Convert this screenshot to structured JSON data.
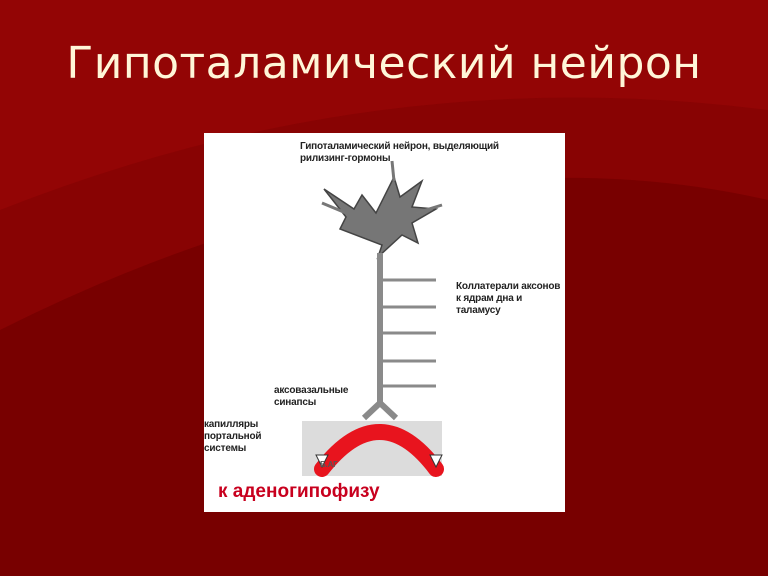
{
  "slide": {
    "title": "Гипоталамический нейрон"
  },
  "diagram": {
    "label_top_line1": "Гипоталамический нейрон, выделяющий",
    "label_top_line2": "рилизинг-гормоны",
    "label_collaterals_line1": "Коллатерали аксонов",
    "label_collaterals_line2": "к ядрам дна и",
    "label_collaterals_line3": "таламусу",
    "label_synapses_line1": "аксовазальные",
    "label_synapses_line2": "синапсы",
    "label_capillaries_line1": "капилляры",
    "label_capillaries_line2": "портальной",
    "label_capillaries_line3": "системы",
    "label_tag": "Б.АГ",
    "caption": "к аденогипофизу"
  },
  "colors": {
    "background": "#7a0000",
    "title": "#fff6d8",
    "capillary": "#e8141e",
    "caption": "#c8001e"
  }
}
